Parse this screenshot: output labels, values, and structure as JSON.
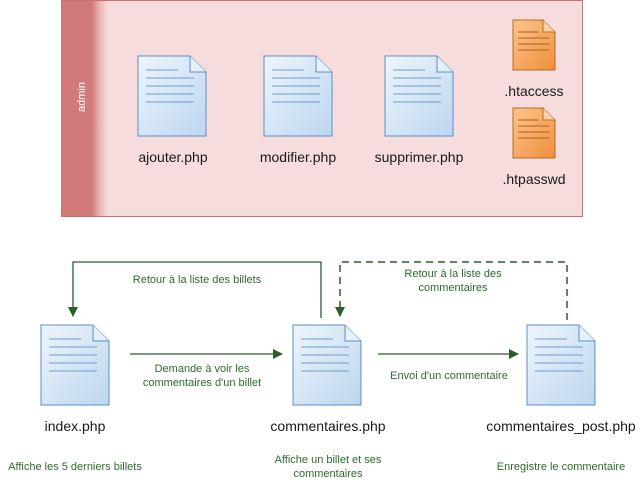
{
  "admin": {
    "label": "admin",
    "files": [
      {
        "name": "ajouter.php",
        "type": "php"
      },
      {
        "name": "modifier.php",
        "type": "php"
      },
      {
        "name": "supprimer.php",
        "type": "php"
      },
      {
        "name": ".htaccess",
        "type": "config"
      },
      {
        "name": ".htpasswd",
        "type": "config"
      }
    ]
  },
  "pages": [
    {
      "name": "index.php",
      "note": "Affiche les 5 derniers billets"
    },
    {
      "name": "commentaires.php",
      "note": "Affiche un billet et ses commentaires"
    },
    {
      "name": "commentaires_post.php",
      "note": "Enregistre le commentaire"
    }
  ],
  "edges": {
    "index_to_commentaires": "Demande à voir les commentaires d'un billet",
    "commentaires_to_index": "Retour à la liste des billets",
    "commentaires_to_post": "Envoi d'un commentaire",
    "post_to_commentaires": "Retour à la liste des commentaires"
  },
  "colors": {
    "php_doc": "#d9e8f7",
    "config_doc": "#f5a55a",
    "arrow": "#2e5c2e",
    "admin_bg": "#f6dcdc",
    "admin_strip": "#d27a7a"
  }
}
